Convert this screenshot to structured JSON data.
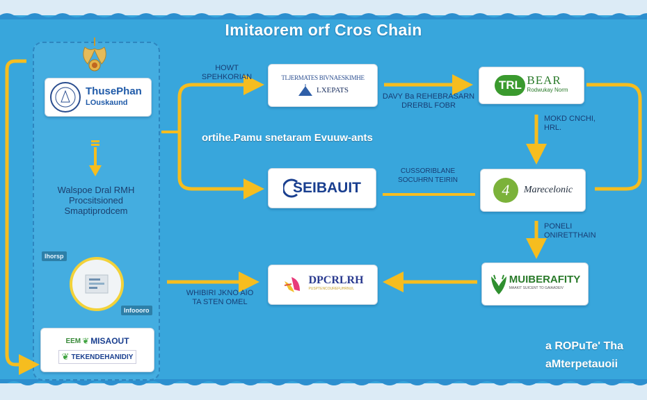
{
  "title": "Imitaorem orf Cros Chain",
  "colors": {
    "background": "#38a6dc",
    "panel": "#44ade0",
    "arrow": "#f6bd1f",
    "card": "#ffffff",
    "label_text": "#173d74",
    "brand_blue": "#1a3f8f",
    "brand_green": "#2a8a2d"
  },
  "left_panel": {
    "emblem_icon": "crest-emblem-icon",
    "top_card": {
      "seal_icon": "seal-icon",
      "line1": "ThusePhan",
      "line2": "LOuskaund"
    },
    "down_arrow_icon": "down-arrow-icon",
    "description": [
      "Walspoe Dral RMH",
      "Procsitsioned",
      "Smaptiprodcem"
    ],
    "image_tag_top": "Ihorsp",
    "image_tag_bottom": "Infoooro",
    "image_icon": "document-preview-icon",
    "bottom_card": {
      "row1_prefix": "EEM",
      "row1": "MISAOUT",
      "row2": "TEKENDEHANIDIY"
    }
  },
  "nodes": {
    "n1": {
      "line1": "TLJERMATES BIVNAESKIMHE",
      "line2": "LXEPATS",
      "icon": "mosque-icon"
    },
    "n2": {
      "mark": "TRL",
      "name": "BEAR",
      "sub": "Rodwukay Norm",
      "icon": "green-badge-icon"
    },
    "n3": {
      "name": "SEIBAUIT",
      "icon": "circle-c-icon"
    },
    "n4": {
      "mark": "4",
      "name": "Marecelonic",
      "icon": "green-circle-icon"
    },
    "n5": {
      "name": "DPCRLRH",
      "sub": "PUSPTENCOUREFUHRNUL",
      "icon": "wing-icon"
    },
    "n6": {
      "name": "MUIBERAFITY",
      "sub": "MAAKIT SUICENT TO GAIAADEIV",
      "icon": "leaf-antler-icon"
    }
  },
  "edge_labels": {
    "to_n1": [
      "HOWT",
      "SPEHKORIAN"
    ],
    "n1_n2": [
      "DAVY Ba REHEBRASARN",
      "DRERBL FOBR"
    ],
    "n2_n4": [
      "MOKD CNCHI,",
      "HRL."
    ],
    "n3_n4": [
      "CUSSORIBLANE",
      "SOCUHRN TEIRIN"
    ],
    "n4_n6": [
      "PONELI",
      "ONIRETTHAIN"
    ],
    "to_n5": [
      "WHIBIRI JKNO AIO",
      "TA STEN OMEL"
    ]
  },
  "middle_caption": "ortihe.Pamu snetaram Evuuw-ants",
  "footer_caption": [
    "a ROPuTe' Tha",
    "aMterpetauoii"
  ]
}
